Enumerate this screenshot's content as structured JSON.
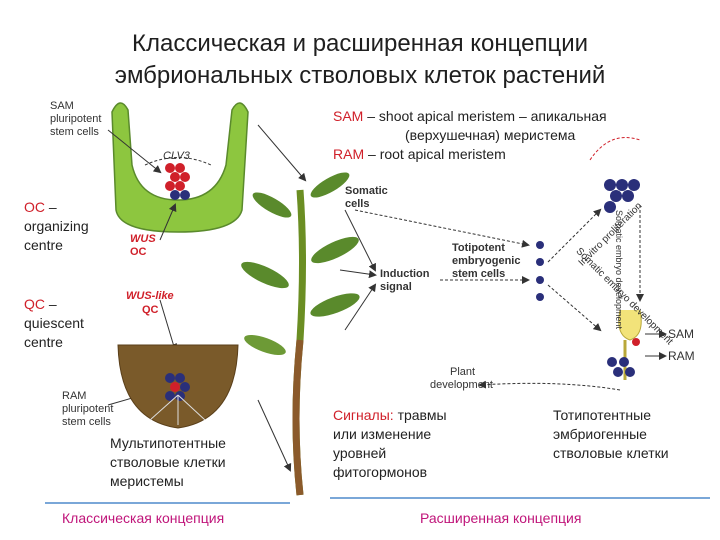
{
  "title_line1": "Классическая и расширенная концепции",
  "title_line2": "эмбриональных стволовых клеток растений",
  "sam_def": {
    "line1_abbr": "SAM",
    "line1_rest": " – shoot apical meristem – апикальная",
    "line2": "(верхушечная) меристема",
    "line3_abbr": "RAM",
    "line3_rest": " – root apical meristem"
  },
  "left": {
    "sam_label": [
      "SAM",
      "pluripotent",
      "stem cells"
    ],
    "clv3": "CLV3",
    "wus": "WUS",
    "oc": "OC",
    "wus_like": "WUS-like",
    "qc_small": "QC",
    "ram_label": [
      "RAM",
      "pluripotent",
      "stem cells"
    ],
    "oc_def": {
      "abbr": "OC",
      "rest": " –",
      "lines": [
        "organizing",
        "centre"
      ]
    },
    "qc_def": {
      "abbr": "QC",
      "rest": " –",
      "lines": [
        "quiescent",
        "centre"
      ]
    },
    "multipotent": [
      "Мультипотентные",
      "стволовые клетки",
      "меристемы"
    ]
  },
  "right": {
    "somatic_cells": [
      "Somatic",
      "cells"
    ],
    "induction_signal": [
      "Induction",
      "signal"
    ],
    "totipotent_en": [
      "Totipotent",
      "embryogenic",
      "stem cells"
    ],
    "in_vitro": "In vitro proliferation",
    "somatic_emb_dev": "Somatic embryo development",
    "somatic_embryo_dev": "Somatic embryo development",
    "sam": "SAM",
    "ram": "RAM",
    "plant_dev": [
      "Plant",
      "development"
    ],
    "signals": {
      "head": "Сигналы:",
      "rest": " травмы",
      "lines": [
        "или изменение",
        "уровней",
        "фитогормонов"
      ]
    },
    "totipotent_ru": [
      "Тотипотентные",
      "эмбриогенные",
      "стволовые клетки"
    ]
  },
  "footer": {
    "classic": "Классическая концепция",
    "extended": "Расширенная концепция"
  },
  "colors": {
    "accent_red": "#d0202a",
    "footer_text": "#c0157a",
    "footer_line": "#7aa7d8",
    "leaf_green": "#5a8a2c",
    "shoot_green": "#8dc63f",
    "root_brown": "#7a5a2a",
    "cell_blue": "#2a2f7a"
  }
}
